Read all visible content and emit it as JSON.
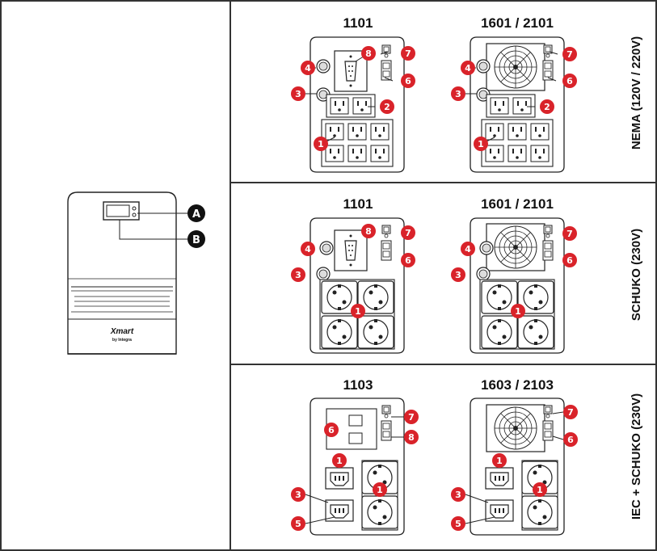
{
  "front": {
    "brand": "Xmart",
    "brand_sub": "by Integra",
    "callouts": [
      "A",
      "B"
    ]
  },
  "rows": [
    {
      "side_label": "NEMA (120V / 220V)",
      "models": [
        {
          "title": "1101",
          "markers": [
            "8",
            "7",
            "4",
            "6",
            "3",
            "2",
            "1"
          ]
        },
        {
          "title": "1601 / 2101",
          "markers": [
            "7",
            "4",
            "6",
            "3",
            "2",
            "1"
          ]
        }
      ]
    },
    {
      "side_label": "SCHUKO (230V)",
      "models": [
        {
          "title": "1101",
          "markers": [
            "8",
            "7",
            "4",
            "6",
            "3",
            "1"
          ]
        },
        {
          "title": "1601 / 2101",
          "markers": [
            "7",
            "4",
            "6",
            "3",
            "1"
          ]
        }
      ]
    },
    {
      "side_label": "IEC + SCHUKO (230V)",
      "models": [
        {
          "title": "1103",
          "markers": [
            "7",
            "6",
            "8",
            "1",
            "1",
            "3",
            "5"
          ]
        },
        {
          "title": "1603 / 2103",
          "markers": [
            "7",
            "6",
            "1",
            "1",
            "3",
            "5"
          ]
        }
      ]
    }
  ],
  "colors": {
    "marker": "#d9232a",
    "line": "#222222",
    "border": "#333333"
  }
}
